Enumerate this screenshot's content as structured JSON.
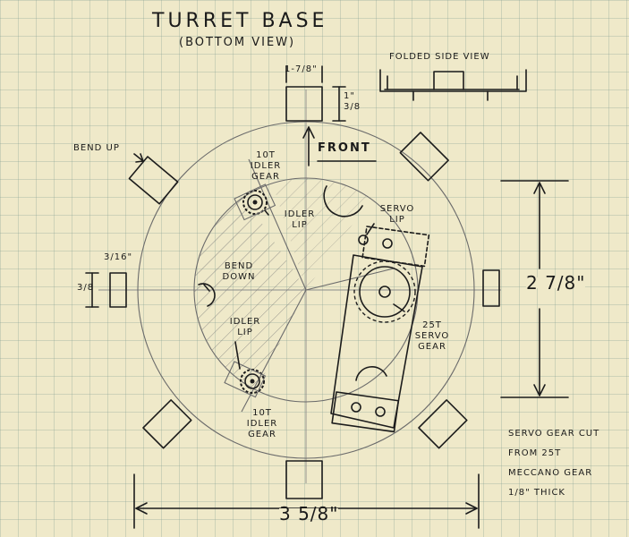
{
  "title": "TURRET BASE",
  "subtitle": "(BOTTOM VIEW)",
  "folded_side_view": "FOLDED SIDE VIEW",
  "dim_top_width": "1-7/8\"",
  "dim_top_height": "1\" 3/8",
  "bend_up": "BEND UP",
  "front": "FRONT",
  "idler_gear_top": "10T IDLER GEAR",
  "idler_lip_top": "IDLER LIP",
  "servo_lip": "SERVO LIP",
  "dim_left_height": "3/16\"",
  "dim_left_width": "3/8",
  "bend_down": "BEND DOWN",
  "idler_lip_bottom": "IDLER LIP",
  "servo_gear": "25T SERVO GEAR",
  "idler_gear_bottom": "10T IDLER GEAR",
  "dim_right": "2 7/8\"",
  "note": "SERVO GEAR CUT FROM 25T MECCANO GEAR 1/8\" THICK",
  "dim_bottom": "3 5/8\""
}
